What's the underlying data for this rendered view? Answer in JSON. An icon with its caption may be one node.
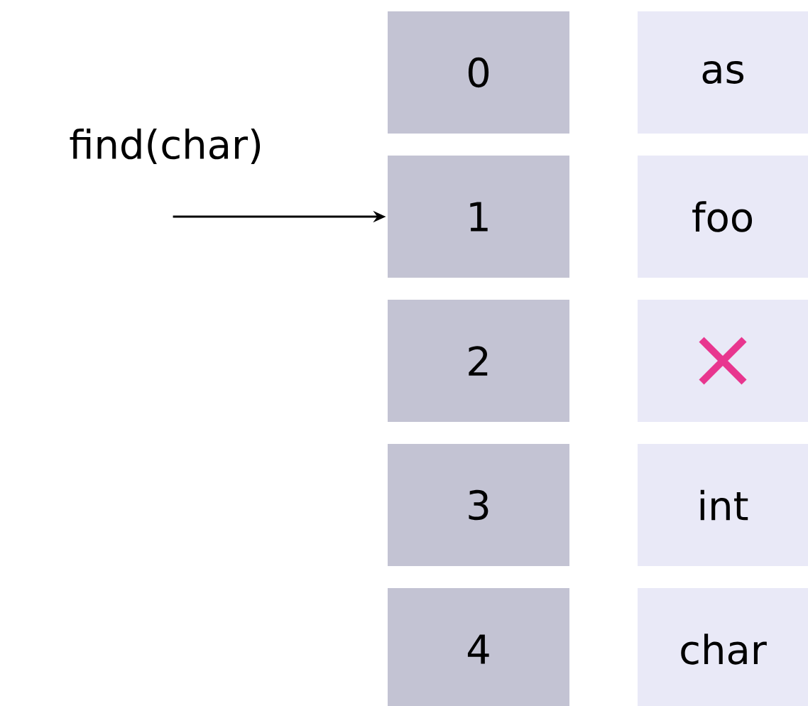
{
  "diagram": {
    "nodes": [
      {
        "text": [
          "0"
        ]
      },
      {
        "text": [
          "as"
        ]
      },
      {
        "text": [
          "1"
        ]
      },
      {
        "text": [
          "foo"
        ]
      },
      {
        "text": [
          "2"
        ]
      },
      {
        "text": [],
        "shape": "box"
      },
      {
        "text": [
          "3"
        ]
      },
      {
        "text": [
          "int"
        ]
      },
      {
        "text": [
          "4"
        ]
      },
      {
        "text": [
          "char"
        ]
      }
    ],
    "edges": [
      {
        "from": null,
        "to": 2,
        "arrow": "to"
      }
    ],
    "labels": [
      "find(char)"
    ]
  }
}
